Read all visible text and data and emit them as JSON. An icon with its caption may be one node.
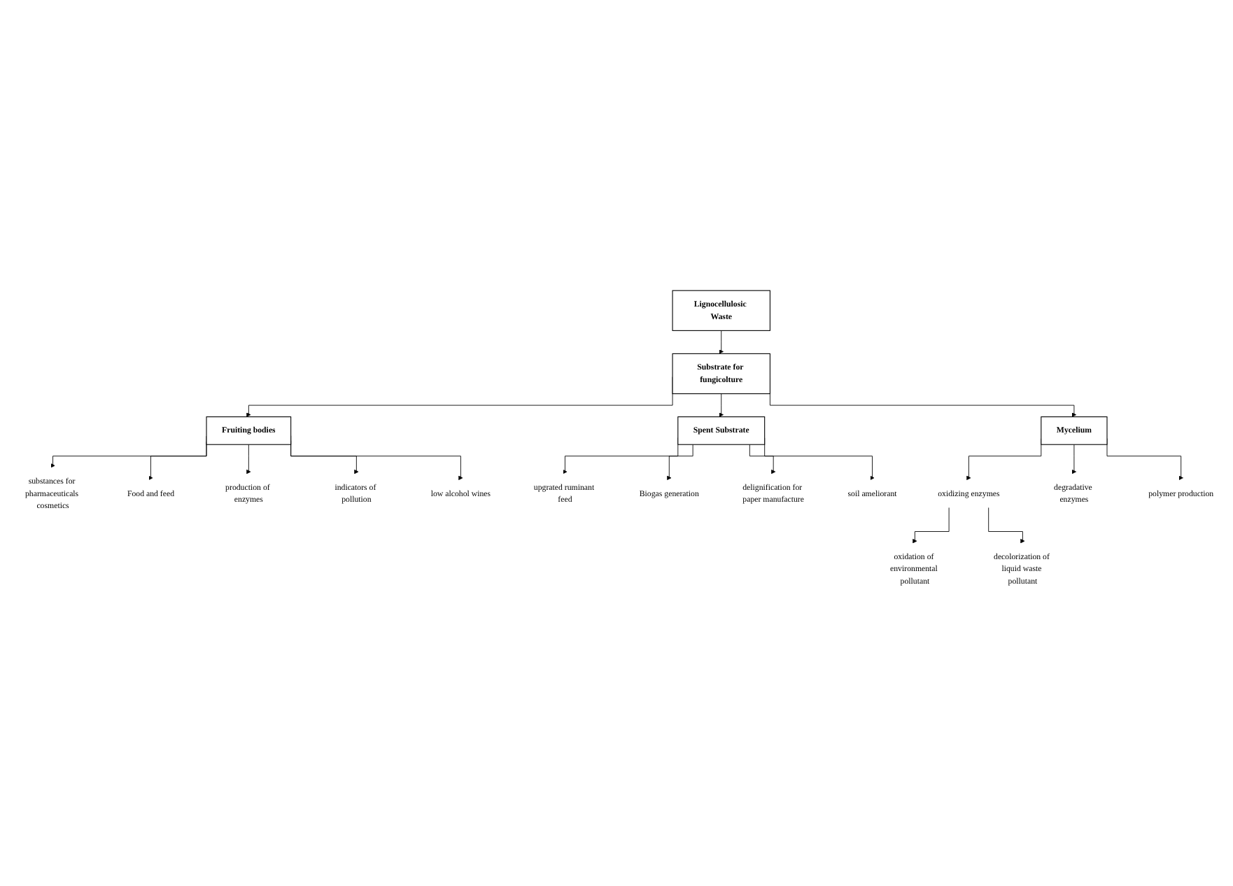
{
  "diagram": {
    "nodes": [
      {
        "text": [
          "Lignocellulosic Waste"
        ]
      },
      {
        "text": [
          "Substrate for fungicolture"
        ]
      },
      {
        "text": [
          "Spent Substrate"
        ]
      },
      {
        "text": [
          "Fruiting bodies"
        ]
      },
      {
        "text": [
          "Mycelium"
        ]
      },
      {
        "text": [
          "substances for pharmaceuticals cosmetics"
        ]
      },
      {
        "text": [
          "Food and feed"
        ]
      },
      {
        "text": [
          "production of enzymes"
        ]
      },
      {
        "text": [
          "indicators of pollution"
        ]
      },
      {
        "text": [
          "low alcohol wines"
        ]
      },
      {
        "text": [
          "upgrated ruminant feed"
        ]
      },
      {
        "text": [
          "Biogas generation"
        ]
      },
      {
        "text": [
          "delignification for paper manufacture"
        ]
      },
      {
        "text": [
          "soil ameliorant"
        ]
      },
      {
        "text": [
          "oxidizing enzymes"
        ]
      },
      {
        "text": [
          "degradative enzymes"
        ]
      },
      {
        "text": [
          "polymer production"
        ]
      },
      {
        "text": [
          "oxidation of environmental pollutant"
        ]
      },
      {
        "text": [
          "decolorization of liquid waste pollutant"
        ]
      }
    ],
    "edges": [
      {
        "from": 0,
        "to": 1,
        "arrow": "to"
      },
      {
        "from": 1,
        "to": 2,
        "arrow": "to"
      },
      {
        "from": 1,
        "to": 3,
        "arrow": "to"
      },
      {
        "from": 1,
        "to": 4,
        "arrow": "to"
      },
      {
        "from": 3,
        "to": 5,
        "arrow": "to"
      },
      {
        "from": 3,
        "to": 6,
        "arrow": "to"
      },
      {
        "from": 3,
        "to": 7,
        "arrow": "to"
      },
      {
        "from": 3,
        "to": 8,
        "arrow": "to"
      },
      {
        "from": 3,
        "to": 9,
        "arrow": "to"
      },
      {
        "from": 2,
        "to": 10,
        "arrow": "to"
      },
      {
        "from": 2,
        "to": 11,
        "arrow": "to"
      },
      {
        "from": 2,
        "to": 12,
        "arrow": "to"
      },
      {
        "from": 2,
        "to": 13,
        "arrow": "to"
      },
      {
        "from": 4,
        "to": 14,
        "arrow": "to"
      },
      {
        "from": 4,
        "to": 15,
        "arrow": "to"
      },
      {
        "from": 4,
        "to": 16,
        "arrow": "to"
      },
      {
        "from": 14,
        "to": 17,
        "arrow": "to"
      },
      {
        "from": 14,
        "to": 18,
        "arrow": "to"
      }
    ]
  }
}
